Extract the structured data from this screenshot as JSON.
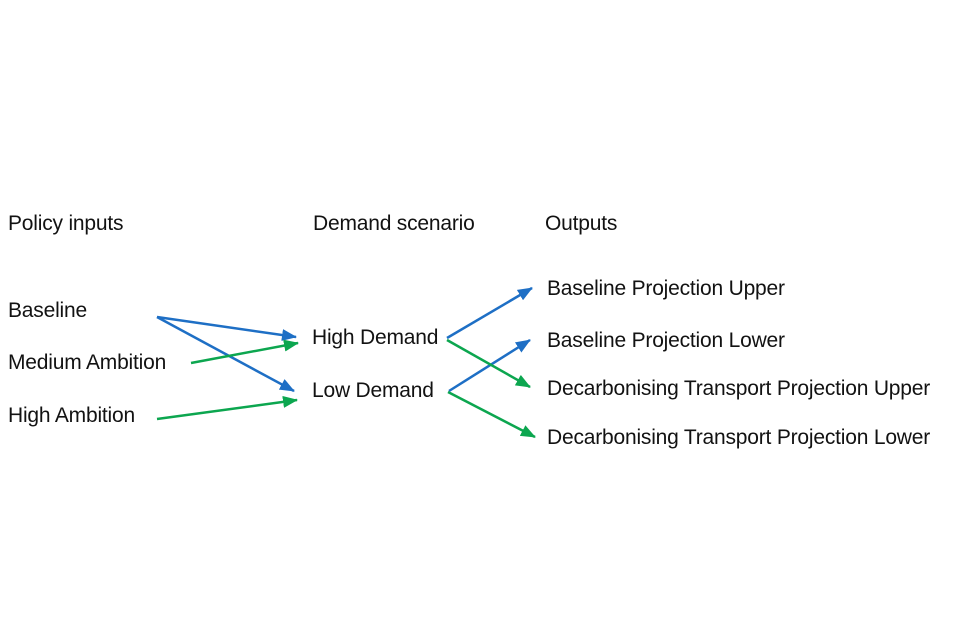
{
  "diagram": {
    "columns": [
      {
        "id": "policy-inputs",
        "header": "Policy inputs",
        "items": [
          "Baseline",
          "Medium Ambition",
          "High Ambition"
        ]
      },
      {
        "id": "demand-scenario",
        "header": "Demand scenario",
        "items": [
          "High Demand",
          "Low Demand"
        ]
      },
      {
        "id": "outputs",
        "header": "Outputs",
        "items": [
          "Baseline Projection Upper",
          "Baseline Projection Lower",
          "Decarbonising Transport Projection Upper",
          "Decarbonising Transport Projection Lower"
        ]
      }
    ],
    "connections": [
      {
        "from": "Baseline",
        "to": "High Demand",
        "color": "blue"
      },
      {
        "from": "Baseline",
        "to": "Low Demand",
        "color": "blue"
      },
      {
        "from": "Medium Ambition",
        "to": "High Demand",
        "color": "green"
      },
      {
        "from": "High Ambition",
        "to": "Low Demand",
        "color": "green"
      },
      {
        "from": "High Demand",
        "to": "Baseline Projection Upper",
        "color": "blue"
      },
      {
        "from": "Low Demand",
        "to": "Baseline Projection Lower",
        "color": "blue"
      },
      {
        "from": "High Demand",
        "to": "Decarbonising Transport Projection Upper",
        "color": "green"
      },
      {
        "from": "Low Demand",
        "to": "Decarbonising Transport Projection Lower",
        "color": "green"
      }
    ],
    "colors": {
      "blue": "#1e6fc5",
      "green": "#0ca64f",
      "text": "#121212",
      "background": "#ffffff"
    }
  }
}
